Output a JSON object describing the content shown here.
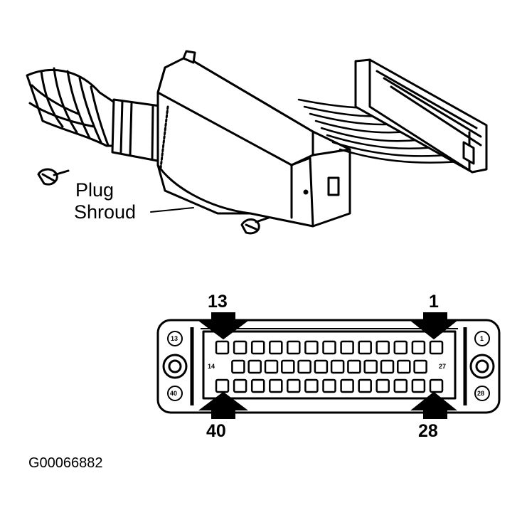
{
  "labels": {
    "plug": "Plug",
    "shroud": "Shroud"
  },
  "connector": {
    "pin_13": "13",
    "pin_1": "1",
    "pin_40": "40",
    "pin_28": "28",
    "small_13": "13",
    "small_1": "1",
    "small_40": "40",
    "small_28": "28",
    "small_14": "14",
    "small_27": "27",
    "rows": [
      13,
      14,
      13
    ]
  },
  "figure_id": "G00066882",
  "colors": {
    "ink": "#000000",
    "paper": "#ffffff"
  }
}
